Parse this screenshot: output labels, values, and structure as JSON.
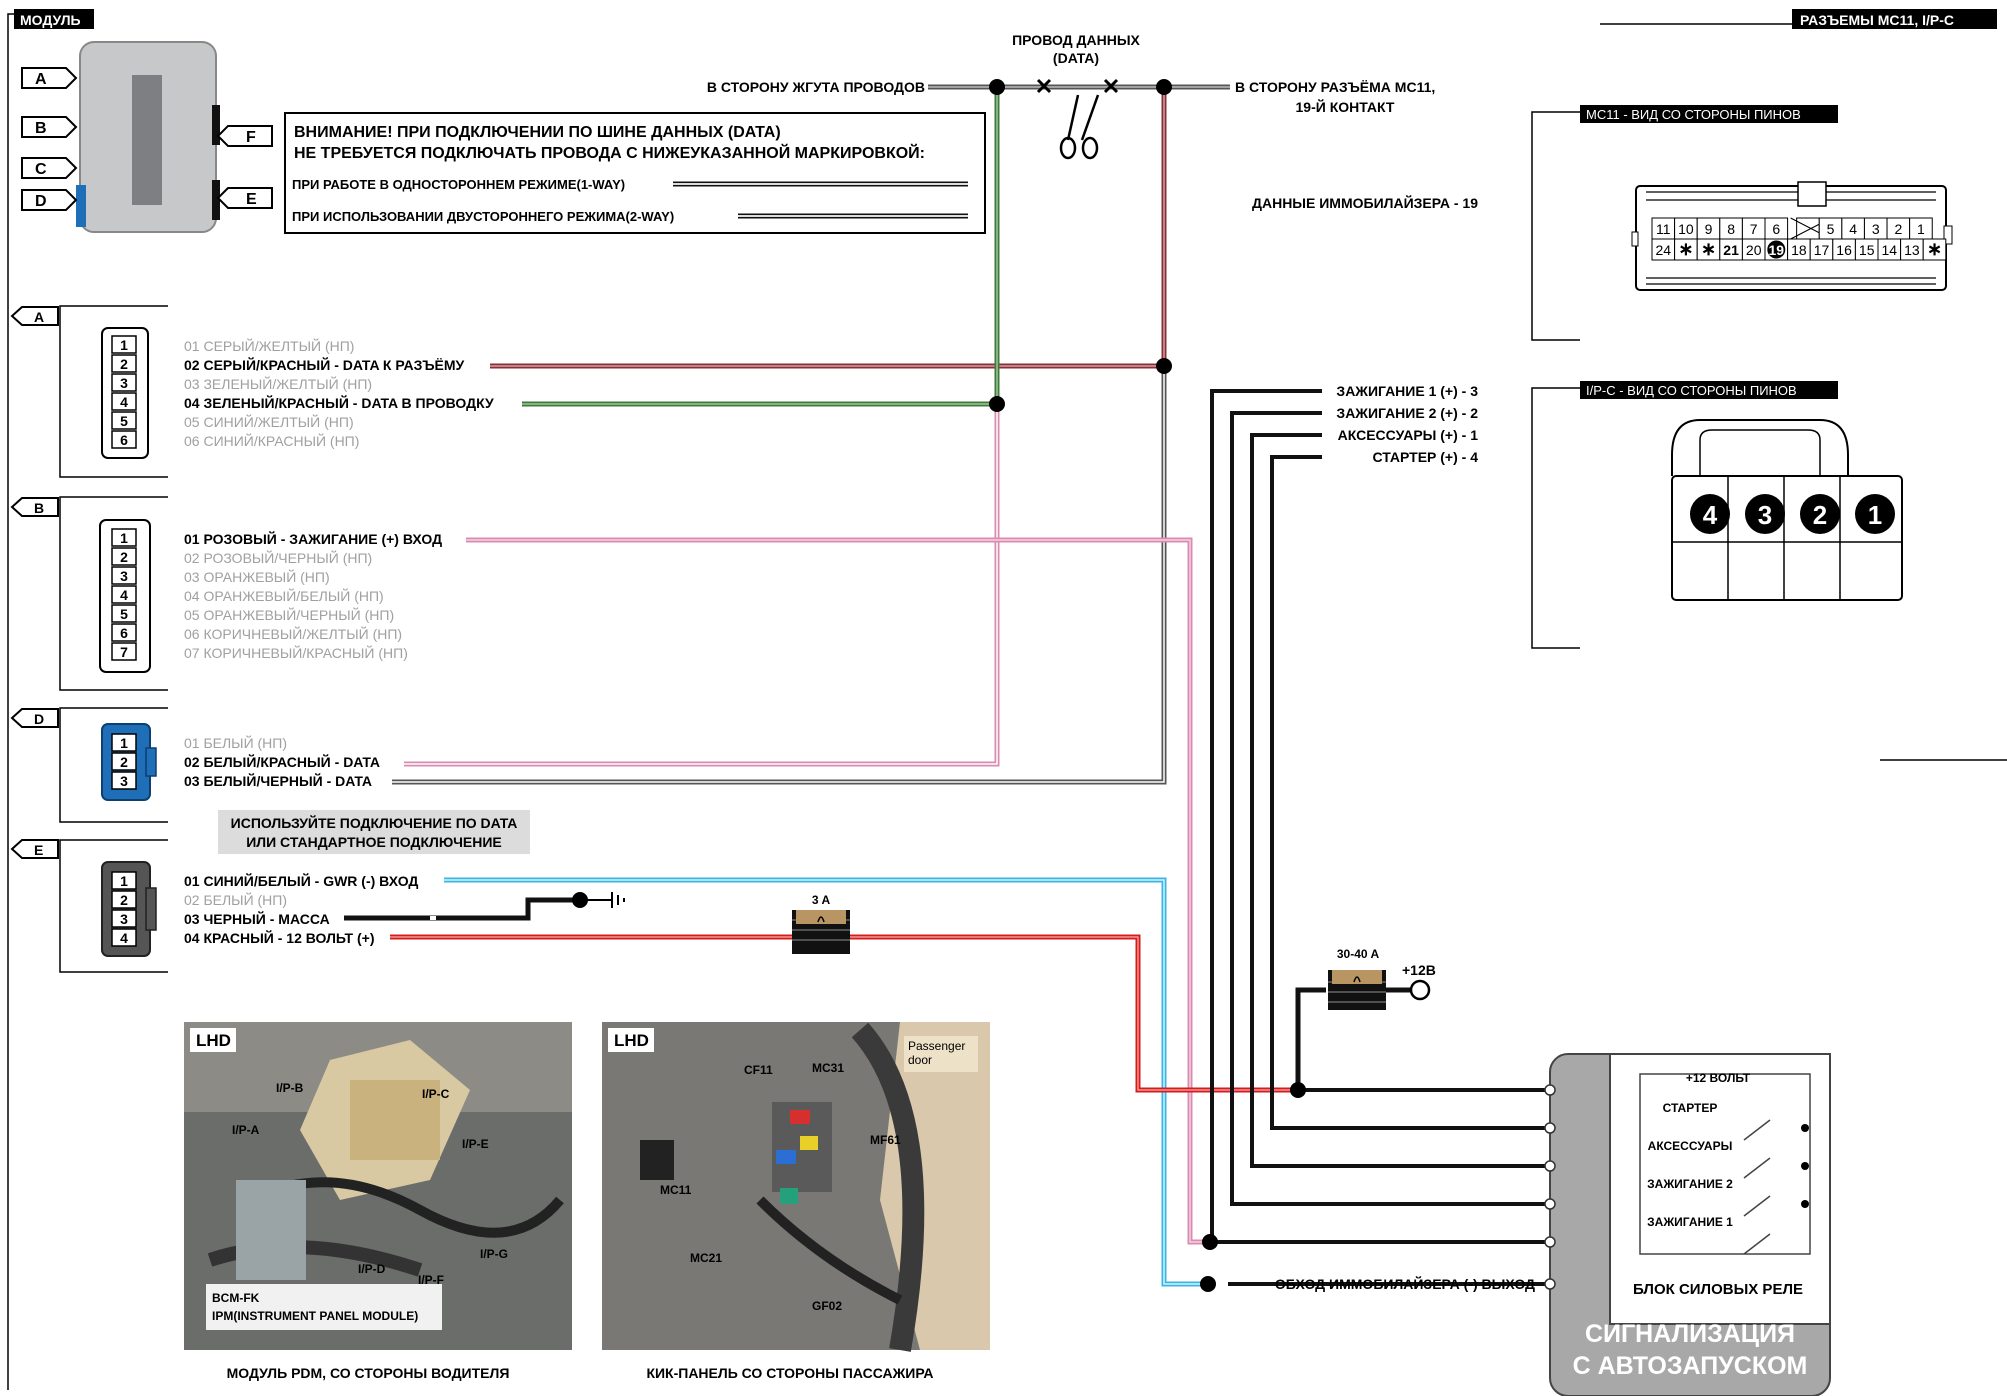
{
  "header": {
    "module_title": "МОДУЛЬ",
    "connectors_title": "РАЗЪЕМЫ MC11, I/P-C"
  },
  "module_ports": [
    "A",
    "B",
    "C",
    "D",
    "F",
    "E"
  ],
  "warning": {
    "line1": "ВНИМАНИЕ! ПРИ ПОДКЛЮЧЕНИИ ПО ШИНЕ ДАННЫХ (DATA)",
    "line2": "НЕ ТРЕБУЕТСЯ ПОДКЛЮЧАТЬ ПРОВОДА С НИЖЕУКАЗАННОЙ МАРКИРОВКОЙ:",
    "one_way": "ПРИ РАБОТЕ В ОДНОСТОРОННЕМ РЕЖИМЕ(1-WAY)",
    "two_way": "ПРИ ИСПОЛЬЗОВАНИИ ДВУСТОРОННЕГО РЕЖИМА(2-WAY)"
  },
  "data_wire": {
    "title1": "ПРОВОД ДАННЫХ",
    "title2": "(DATA)",
    "left_label": "В СТОРОНУ ЖГУТА ПРОВОДОВ",
    "right_label1": "В СТОРОНУ РАЗЪЁМА MC11,",
    "right_label2": "19-Й КОНТАКТ",
    "immo_label": "ДАННЫЕ ИММОБИЛАЙЗЕРА - 19"
  },
  "connector_a": {
    "tag": "A",
    "pins": [
      "1",
      "2",
      "3",
      "4",
      "5",
      "6"
    ],
    "wires": [
      {
        "text": "01 СЕРЫЙ/ЖЕЛТЫЙ (НП)",
        "active": false
      },
      {
        "text": "02 СЕРЫЙ/КРАСНЫЙ - DATA К РАЗЪЁМУ",
        "active": true
      },
      {
        "text": "03 ЗЕЛЕНЫЙ/ЖЕЛТЫЙ (НП)",
        "active": false
      },
      {
        "text": "04 ЗЕЛЕНЫЙ/КРАСНЫЙ - DATA В ПРОВОДКУ",
        "active": true
      },
      {
        "text": "05 СИНИЙ/ЖЕЛТЫЙ (НП)",
        "active": false
      },
      {
        "text": "06 СИНИЙ/КРАСНЫЙ (НП)",
        "active": false
      }
    ]
  },
  "connector_b": {
    "tag": "B",
    "pins": [
      "1",
      "2",
      "3",
      "4",
      "5",
      "6",
      "7"
    ],
    "wires": [
      {
        "text": "01 РОЗОВЫЙ - ЗАЖИГАНИЕ (+) ВХОД",
        "active": true
      },
      {
        "text": "02 РОЗОВЫЙ/ЧЕРНЫЙ (НП)",
        "active": false
      },
      {
        "text": "03 ОРАНЖЕВЫЙ (НП)",
        "active": false
      },
      {
        "text": "04 ОРАНЖЕВЫЙ/БЕЛЫЙ (НП)",
        "active": false
      },
      {
        "text": "05 ОРАНЖЕВЫЙ/ЧЕРНЫЙ (НП)",
        "active": false
      },
      {
        "text": "06 КОРИЧНЕВЫЙ/ЖЕЛТЫЙ (НП)",
        "active": false
      },
      {
        "text": "07 КОРИЧНЕВЫЙ/КРАСНЫЙ (НП)",
        "active": false
      }
    ]
  },
  "connector_d": {
    "tag": "D",
    "pins": [
      "1",
      "2",
      "3"
    ],
    "wires": [
      {
        "text": "01 БЕЛЫЙ (НП)",
        "active": false
      },
      {
        "text": "02 БЕЛЫЙ/КРАСНЫЙ - DATA",
        "active": true
      },
      {
        "text": "03 БЕЛЫЙ/ЧЕРНЫЙ - DATA",
        "active": true
      }
    ]
  },
  "connector_e": {
    "tag": "E",
    "note1": "ИСПОЛЬЗУЙТЕ  ПОДКЛЮЧЕНИЕ ПО DATA",
    "note2": "ИЛИ  СТАНДАРТНОЕ ПОДКЛЮЧЕНИЕ",
    "pins": [
      "1",
      "2",
      "3",
      "4"
    ],
    "wires": [
      {
        "text": "01 СИНИЙ/БЕЛЫЙ - GWR (-) ВХОД",
        "active": true
      },
      {
        "text": "02 БЕЛЫЙ (НП)",
        "active": false
      },
      {
        "text": "03 ЧЕРНЫЙ - МАССА",
        "active": true
      },
      {
        "text": "04 КРАСНЫЙ - 12 ВОЛЬТ (+)",
        "active": true
      }
    ]
  },
  "fuses": {
    "small": "3 A",
    "big": "30-40 A",
    "plus12": "+12В"
  },
  "ignition_labels": [
    "ЗАЖИГАНИЕ 1 (+) - 3",
    "ЗАЖИГАНИЕ 2 (+) - 2",
    "АКСЕССУАРЫ (+) - 1",
    "СТАРТЕР (+) - 4"
  ],
  "immo_bypass": "ОБХОД ИММОБИЛАЙЗЕРА (-) ВЫХОД",
  "relay_block": {
    "plus12": "+12 ВОЛЬТ",
    "items": [
      "СТАРТЕР",
      "АКСЕССУАРЫ",
      "ЗАЖИГАНИЕ 2",
      "ЗАЖИГАНИЕ 1"
    ],
    "title": "БЛОК СИЛОВЫХ РЕЛЕ",
    "alarm1": "СИГНАЛИЗАЦИЯ",
    "alarm2": "С АВТОЗАПУСКОМ"
  },
  "mc11": {
    "title": "MC11 - ВИД СО СТОРОНЫ ПИНОВ",
    "top_row": [
      "11",
      "10",
      "9",
      "8",
      "7",
      "6",
      "",
      "5",
      "4",
      "3",
      "2",
      "1"
    ],
    "bottom_row": [
      "24",
      "∗",
      "∗",
      "21",
      "20",
      "19",
      "18",
      "17",
      "16",
      "15",
      "14",
      "13",
      "∗"
    ]
  },
  "ipc": {
    "title": "I/P-C -  ВИД СО СТОРОНЫ ПИНОВ",
    "pins": [
      "4",
      "3",
      "2",
      "1"
    ]
  },
  "photo1": {
    "tag": "LHD",
    "labels": [
      "I/P-B",
      "I/P-C",
      "I/P-A",
      "I/P-E",
      "I/P-D",
      "I/P-F",
      "I/P-G"
    ],
    "module1": "BCM-FK",
    "module2": "IPM(INSTRUMENT PANEL MODULE)",
    "caption": "МОДУЛЬ PDM, СО СТОРОНЫ ВОДИТЕЛЯ"
  },
  "photo2": {
    "tag": "LHD",
    "door1": "Passenger",
    "door2": "door",
    "labels": [
      "CF11",
      "MC31",
      "MF61",
      "MC11",
      "MC21",
      "GF02"
    ],
    "caption": "КИК-ПАНЕЛЬ СО СТОРОНЫ ПАССАЖИРА"
  },
  "colors": {
    "green_wire": "#3f7a3a",
    "pink_wire": "#d98bb0",
    "dark_red_wire": "#8b2f36",
    "blue_wire": "#38b6e6",
    "red_wire": "#d41c1c",
    "connector_d": "#1f6fb8",
    "connector_e": "#555555"
  }
}
